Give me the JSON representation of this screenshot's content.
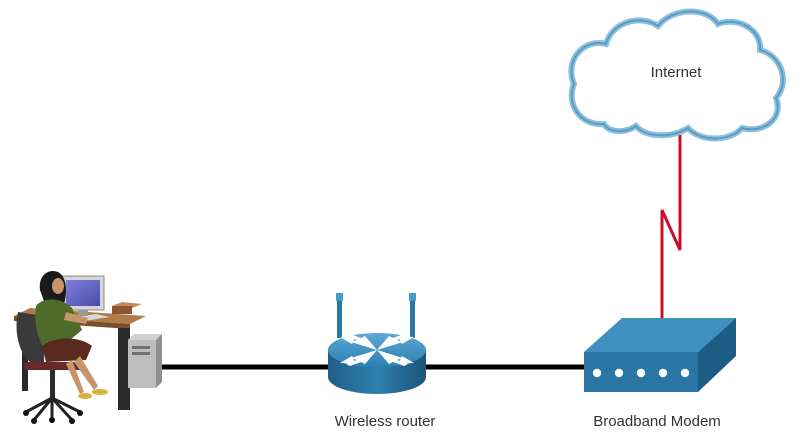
{
  "diagram": {
    "nodes": [
      {
        "id": "user-workstation",
        "label": "",
        "icon": "person-at-desktop-computer"
      },
      {
        "id": "wireless-router",
        "label": "Wireless router",
        "icon": "wireless-router-icon"
      },
      {
        "id": "broadband-modem",
        "label": "Broadband Modem",
        "icon": "broadband-modem-icon"
      },
      {
        "id": "internet",
        "label": "Internet",
        "icon": "cloud-icon"
      }
    ],
    "links": [
      {
        "from": "user-workstation",
        "to": "wireless-router",
        "type": "ethernet",
        "color": "#000000"
      },
      {
        "from": "wireless-router",
        "to": "broadband-modem",
        "type": "ethernet",
        "color": "#000000"
      },
      {
        "from": "broadband-modem",
        "to": "internet",
        "type": "wan-serial",
        "color": "#c8102e"
      }
    ]
  },
  "colors": {
    "ethernet_link": "#000000",
    "wan_link": "#c8102e",
    "device_blue": "#2a7aa8",
    "cloud_outline": "#7fb6d6"
  }
}
